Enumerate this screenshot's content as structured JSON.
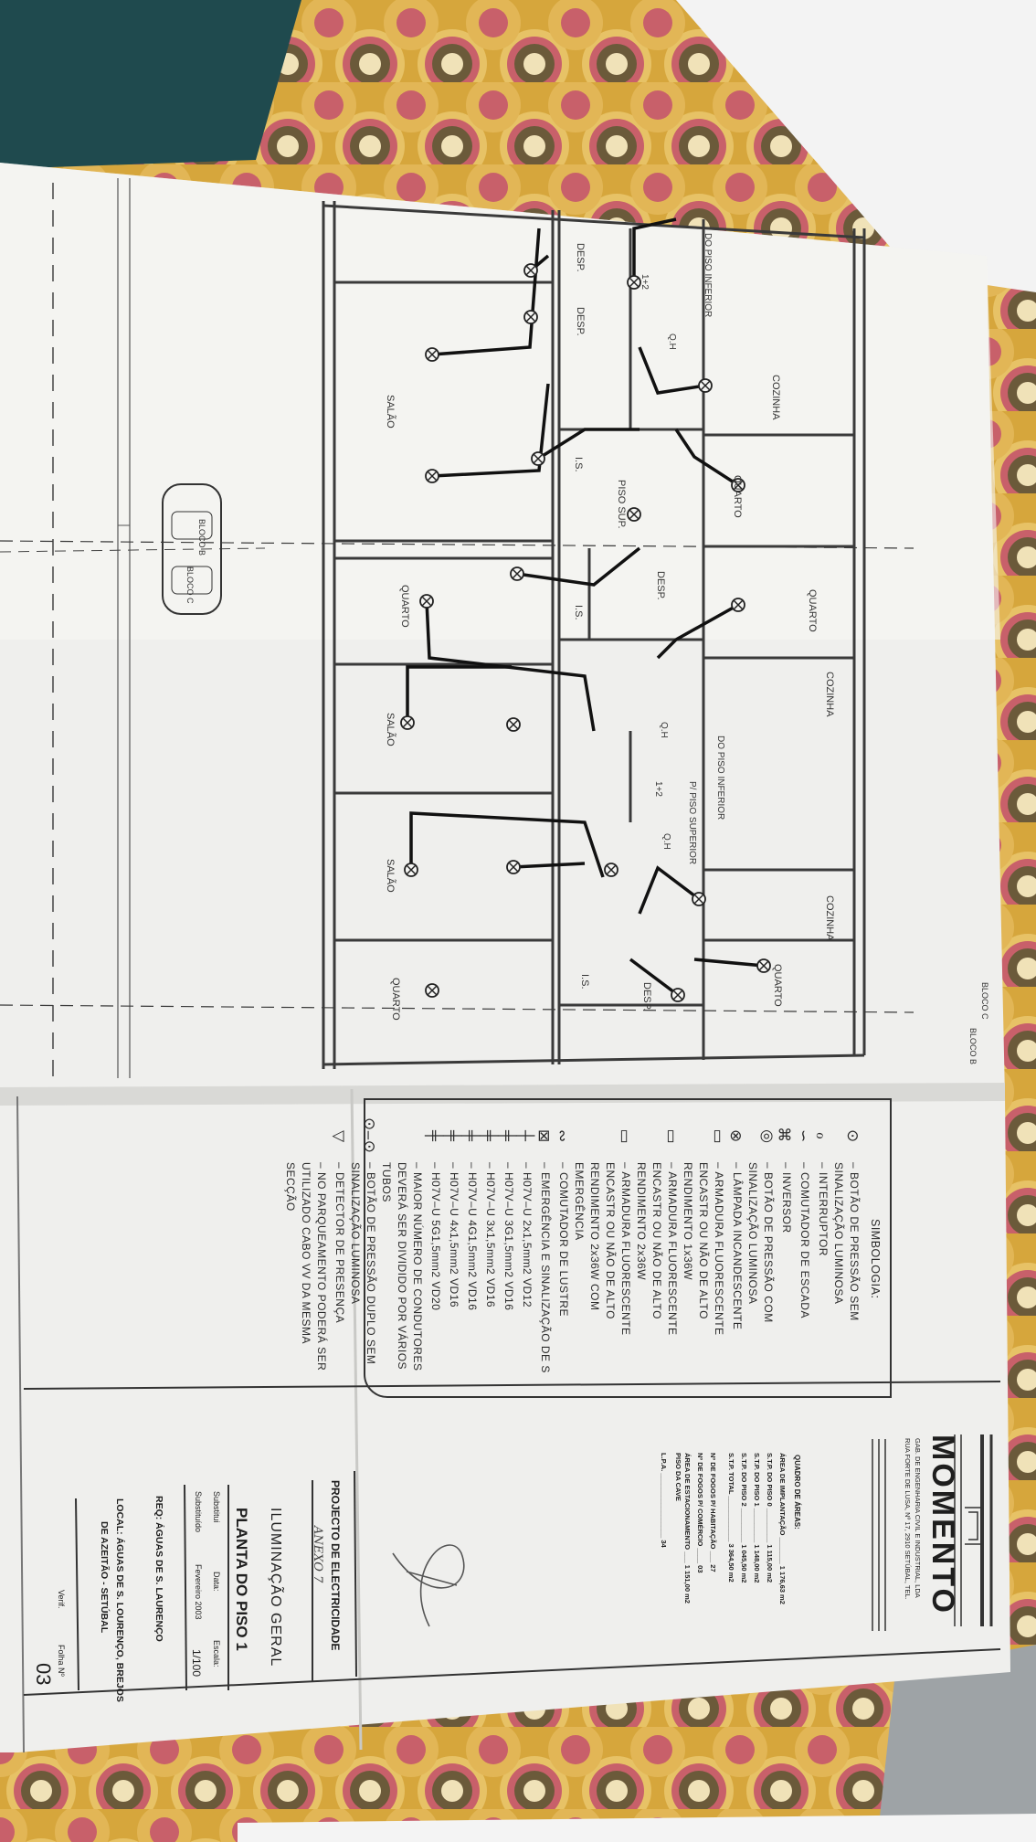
{
  "plan": {
    "rooms": [
      "COZINHA",
      "QUARTO",
      "SALÃO",
      "QUARTO",
      "QUARTO",
      "COZINHA",
      "SALÃO",
      "SALÃO",
      "COZINHA",
      "QUARTO",
      "QUARTO",
      "I.S.",
      "I.S.",
      "I.S.",
      "DESP.",
      "DESP.",
      "DESP.",
      "DESP.",
      "PISO SUP.",
      "DO PISO INFERIOR",
      "DO PISO INFERIOR",
      "P/ PISO SUPERIOR",
      "Q.H",
      "Q.H",
      "Q.H",
      "1+2",
      "1+2"
    ],
    "blocks": [
      "BLOCO B",
      "BLOCO C",
      "BLOCO C",
      "BLOCO B"
    ]
  },
  "legend": {
    "title": "SIMBOLOGIA:",
    "items": [
      {
        "symbol": "⊙",
        "text": "– BOTÃO DE PRESSÃO SEM SINALIZAÇÃO LUMINOSA"
      },
      {
        "symbol": "ℴ",
        "text": "– INTERRUPTOR"
      },
      {
        "symbol": "∽",
        "text": "– COMUTADOR DE ESCADA"
      },
      {
        "symbol": "⌘",
        "text": "– INVERSOR"
      },
      {
        "symbol": "◎",
        "text": "– BOTÃO DE PRESSÃO COM SINALIZAÇÃO LUMINOSA"
      },
      {
        "symbol": "⊗",
        "text": "– LÂMPADA INCANDESCENTE"
      },
      {
        "symbol": "▯",
        "text": "– ARMADURA FLUORESCENTE ENCASTR OU NÃO DE ALTO RENDIMENTO 1x36W"
      },
      {
        "symbol": "▯",
        "text": "– ARMADURA FLUORESCENTE ENCASTR OU NÃO DE ALTO RENDIMENTO 2x36W"
      },
      {
        "symbol": "▯",
        "text": "– ARMADURA FLUORESCENTE ENCASTR OU NÃO DE ALTO RENDIMENTO 2x36W COM EMERGÊNCIA"
      },
      {
        "symbol": "∾",
        "text": "– COMUTADOR DE LUSTRE"
      },
      {
        "symbol": "⊠",
        "text": "– EMERGÊNCIA E SINALIZAÇÃO DE S"
      },
      {
        "symbol": "┼",
        "text": "– H07V–U 2x1,5mm2 VD12"
      },
      {
        "symbol": "╪",
        "text": "– H07V–U 3G1,5mm2 VD16"
      },
      {
        "symbol": "╪",
        "text": "– H07V–U 3x1,5mm2 VD16"
      },
      {
        "symbol": "╪",
        "text": "– H07V–U 4G1,5mm2 VD16"
      },
      {
        "symbol": "╪",
        "text": "– H07V–U 4x1,5mm2 VD16"
      },
      {
        "symbol": "╪",
        "text": "– H07V–U 5G1,5mm2 VD20"
      },
      {
        "symbol": "",
        "text": "– MAIOR NÚMERO DE CONDUTORES DEVERÁ SER DIVIDIDO POR VÁRIOS TUBOS"
      },
      {
        "symbol": "⊙–⊙",
        "text": "– BOTÃO DE PRESSÃO DUPLO SEM SINALIZAÇÃO LUMINOSA"
      },
      {
        "symbol": "◁",
        "text": "– DETECTOR DE PRESENÇA"
      },
      {
        "symbol": "",
        "text": "– NO PARQUEAMENTO PODERÁ SER UTILIZADO CABO VV DA MESMA SECÇÃO"
      }
    ]
  },
  "company": {
    "name": "MOMENTO",
    "line1": "GAB. DE ENGENHARIA CIVIL E INDUSTRIAL, LDA",
    "line2": "RUA FORTE DE LUSA, Nº 17, 2910 SETÚBAL, TEL."
  },
  "areas": {
    "title": "QUADRO DE ÁREAS:",
    "rows": [
      "ÁREA DE IMPLANTAÇÃO _______ 1 176,63 m2",
      "S.T.P. DO PISO 0 _________ 1 115,00 m2",
      "S.T.P. DO PISO 1 _________ 1 148,00 m2",
      "S.T.P. DO PISO 2 _________ 1 045,50 m2",
      "S.T.P. TOTAL ____________ 3 364,50 m2",
      "Nº DE FOGOS P/ HABITAÇÃO ___ 27",
      "Nº DE FOGOS P/ COMÉRCIO ____ 03",
      "ÁREA DE ESTACIONAMENTO ___ 1 151,00 m2",
      "PISO DA CAVE",
      "L.P.A. _________________ 34"
    ]
  },
  "title_block": {
    "project": "PROJECTO DE ELECTRICIDADE",
    "handwritten": "ANEXO 7",
    "subject": "ILUMINAÇÃO GERAL",
    "drawing": "PLANTA DO PISO 1",
    "substitui": "Substitui",
    "data_label": "Data:",
    "escala_label": "Escala:",
    "substituido": "Substituído",
    "data_value": "Fevereiro 2003",
    "escala_value": "1/100",
    "req": "REQ:   ÁGUAS DE S. LAURENÇO",
    "local1": "LOCAL: ÁGUAS DE S. LOURENÇO, BREJOS",
    "local2": "DE AZEITÃO - SETÚBAL",
    "verif": "Verif.",
    "folha_label": "Folha Nº",
    "folha_value": "03"
  },
  "colors": {
    "fabric": "#d6a63c",
    "fabric_accent": "#c8606a",
    "fabric_dark": "#6b5a3a",
    "teal": "#1f4a4e",
    "paper": "#f1f1ef",
    "ink": "#1e1e1e"
  }
}
